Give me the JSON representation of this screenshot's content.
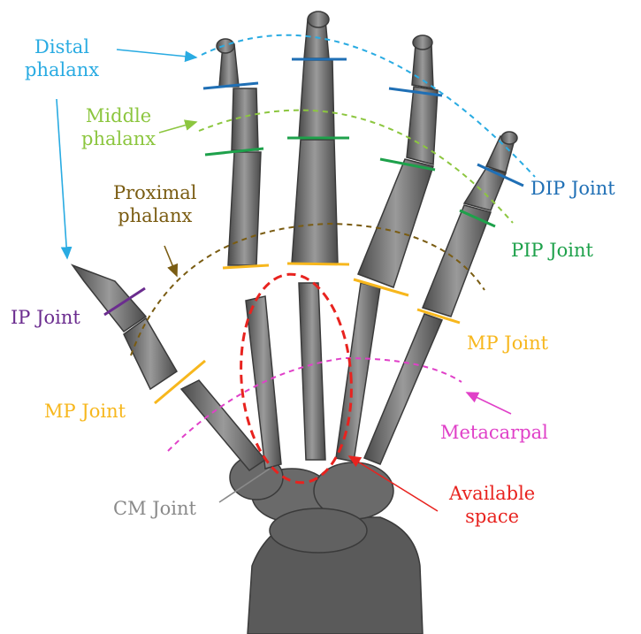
{
  "labels": {
    "distal": [
      "Distal",
      "phalanx"
    ],
    "middle": [
      "Middle",
      "phalanx"
    ],
    "proximal": [
      "Proximal",
      "phalanx"
    ],
    "dip": "DIP Joint",
    "pip": "PIP Joint",
    "ip": "IP Joint",
    "mp_right": "MP Joint",
    "mp_left": "MP Joint",
    "metacarpal": "Metacarpal",
    "cm": "CM Joint",
    "available": [
      "Available",
      "space"
    ]
  },
  "colors": {
    "distal": "#29abe2",
    "dip": "#1f6fb5",
    "middle": "#8cc63f",
    "pip": "#1ea14b",
    "proximal": "#7a5c12",
    "mp": "#f7b71d",
    "ip": "#6b2c8f",
    "metacarpal": "#e040c8",
    "cm": "#8a8a8a",
    "available": "#e8231f",
    "bone": "#6f6f6f"
  },
  "icons": [
    "hand-xray-illustration"
  ]
}
